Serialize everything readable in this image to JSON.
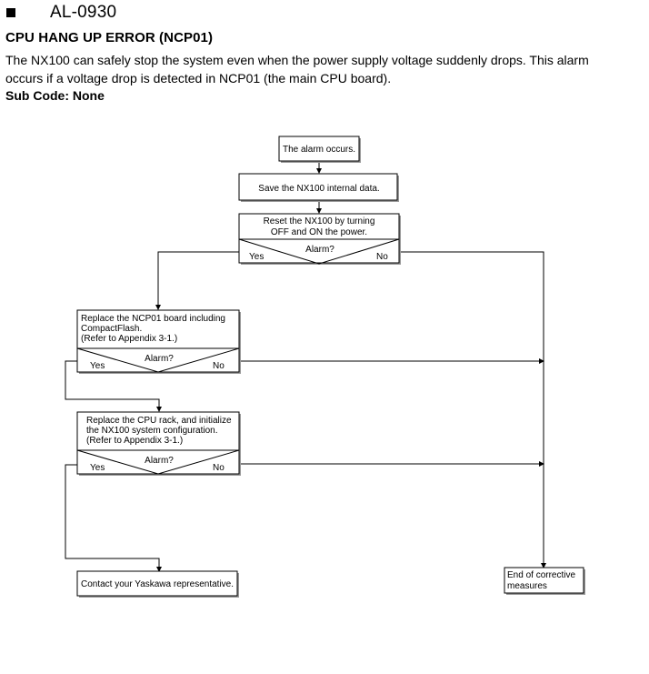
{
  "header": {
    "alarm_code": "AL-0930",
    "title": "CPU HANG UP ERROR (NCP01)",
    "description_line1": "The NX100 can safely stop the system even when the power supply voltage suddenly drops.  This alarm",
    "description_line2": "occurs if a voltage drop is detected in NCP01 (the main CPU board).",
    "subcode": "Sub Code: None"
  },
  "flowchart": {
    "start": "The alarm occurs.",
    "save": "Save the NX100 internal data.",
    "reset": {
      "line1": "Reset the NX100 by turning",
      "line2": "OFF and ON the power.",
      "question": "Alarm?",
      "yes": "Yes",
      "no": "No"
    },
    "replace_ncp01": {
      "line1": "Replace the NCP01 board including",
      "line2": "CompactFlash.",
      "line3": "(Refer to Appendix 3-1.)",
      "question": "Alarm?",
      "yes": "Yes",
      "no": "No"
    },
    "replace_cpu_rack": {
      "line1": "Replace the CPU rack, and initialize",
      "line2": "the NX100 system configuration.",
      "line3": "(Refer to Appendix 3-1.)",
      "question": "Alarm?",
      "yes": "Yes",
      "no": "No"
    },
    "contact": "Contact your Yaskawa representative.",
    "end": {
      "line1": "End of corrective",
      "line2": "measures"
    }
  }
}
